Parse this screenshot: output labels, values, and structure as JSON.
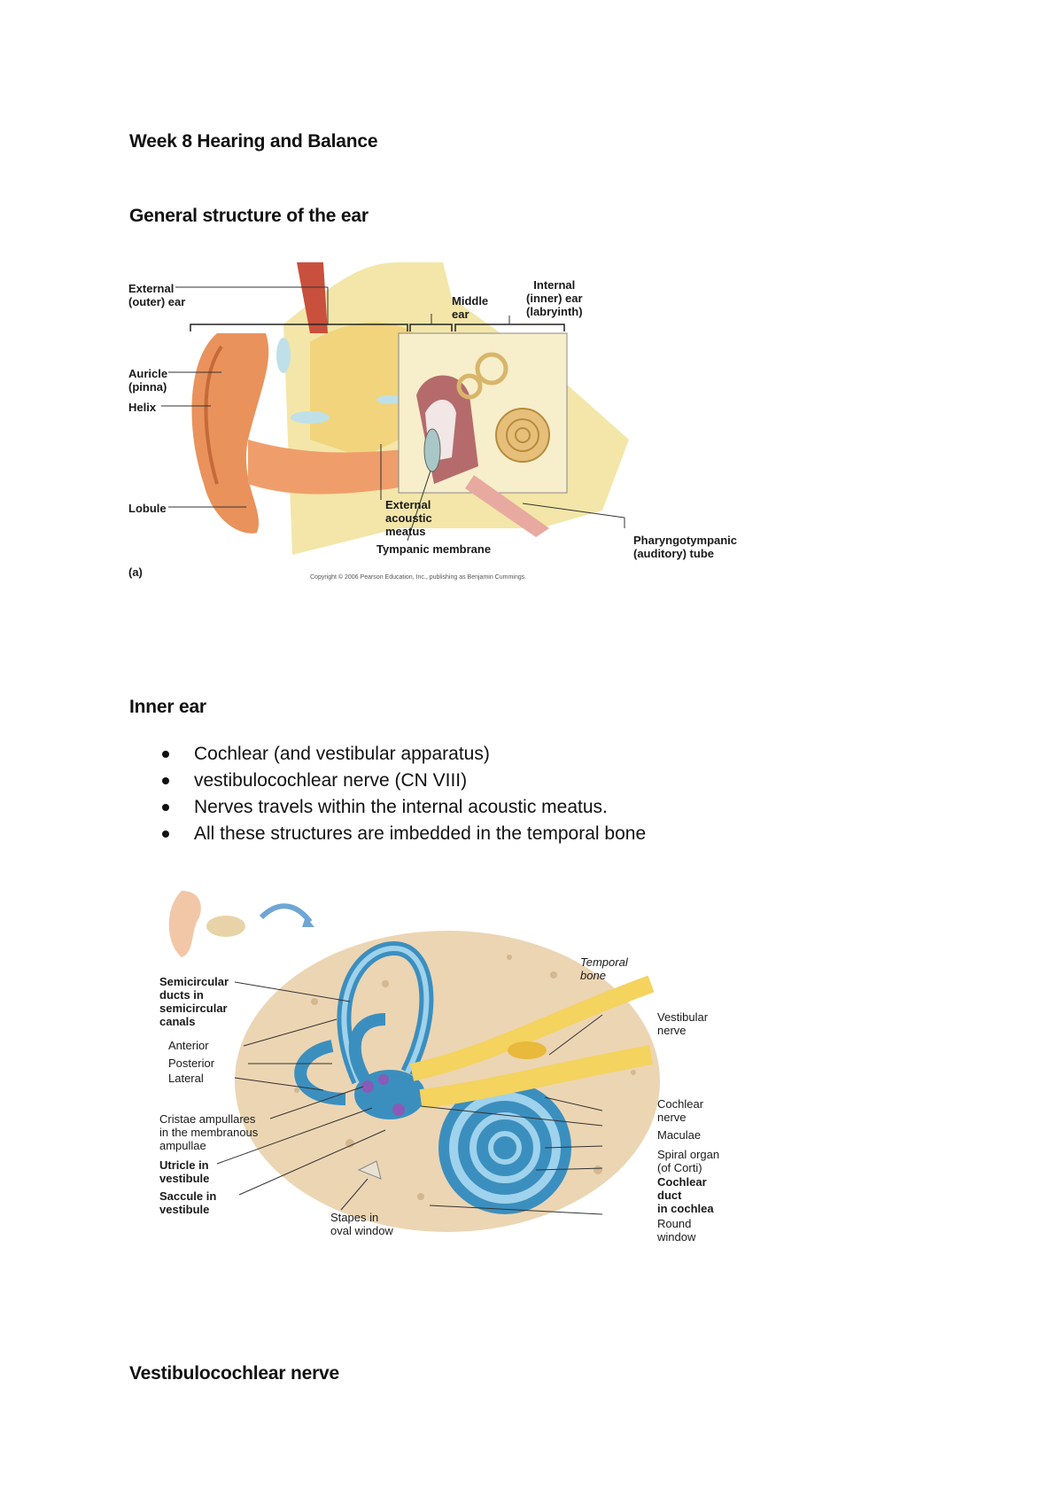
{
  "document": {
    "title": "Week 8 Hearing and Balance",
    "section1": "General structure of the ear",
    "section2": "Inner ear",
    "bullets": [
      "Cochlear (and vestibular apparatus)",
      "vestibulocochlear nerve (CN VIII)",
      "Nerves travels within the internal acoustic meatus.",
      "All these structures are imbedded in the temporal bone"
    ],
    "section3": "Vestibulocochlear nerve"
  },
  "figure1": {
    "labels": {
      "external": "External\n(outer) ear",
      "middle": "Middle\near",
      "internal": "Internal\n(inner) ear\n(labryinth)",
      "auricle": "Auricle\n(pinna)",
      "helix": "Helix",
      "lobule": "Lobule",
      "meatus": "External\nacoustic\nmeatus",
      "tympanic": "Tympanic membrane",
      "pharyngo": "Pharyngotympanic\n(auditory) tube",
      "panel": "(a)",
      "copyright": "Copyright © 2006 Pearson Education, Inc., publishing as Benjamin Cummings."
    }
  },
  "figure2": {
    "labels": {
      "semicircular": "Semicircular\nducts in\nsemicircular\ncanals",
      "anterior": "Anterior",
      "posterior": "Posterior",
      "lateral": "Lateral",
      "cristae": "Cristae ampullares\nin the membranous\nampullae",
      "utricle": "Utricle in\nvestibule",
      "saccule": "Saccule in\nvestibule",
      "stapes": "Stapes in\noval window",
      "temporal": "Temporal\nbone",
      "vestibular": "Vestibular\nnerve",
      "cochlear_nerve": "Cochlear\nnerve",
      "maculae": "Maculae",
      "spiral": "Spiral organ\n(of Corti)",
      "cochlear_duct": "Cochlear\nduct\nin cochlea",
      "round": "Round\nwindow"
    }
  }
}
